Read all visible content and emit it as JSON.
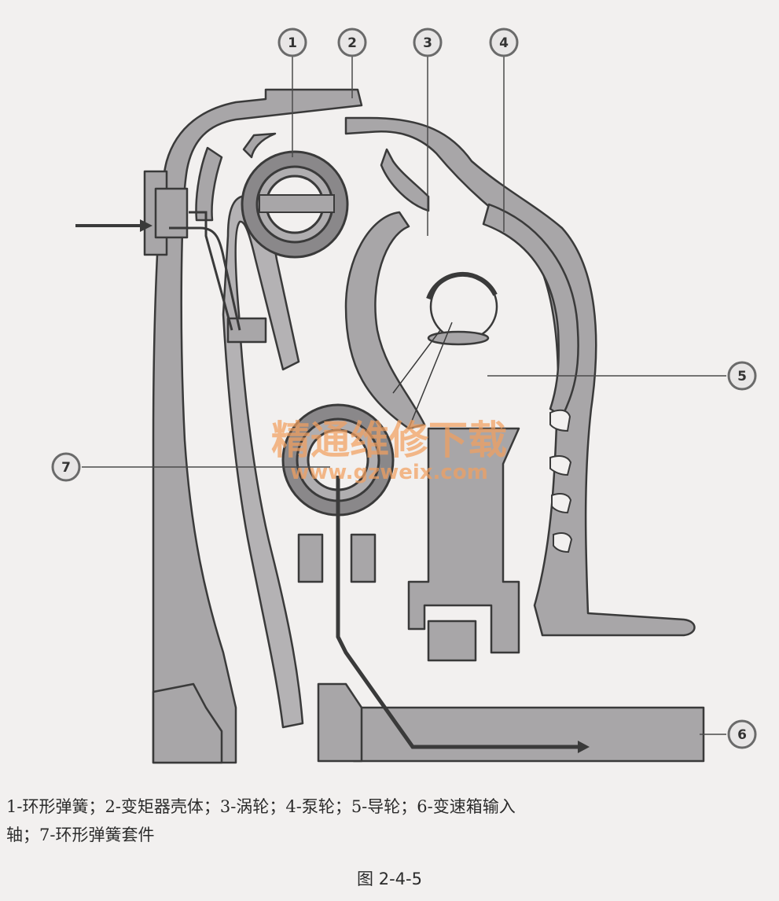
{
  "callouts": [
    "1",
    "2",
    "3",
    "4",
    "5",
    "6",
    "7"
  ],
  "watermark": {
    "line1": "精通维修下载",
    "line2": "www.gzweix.com"
  },
  "caption": {
    "line1": "1-环形弹簧；2-变矩器壳体；3-涡轮；4-泵轮；5-导轮；6-变速箱输入",
    "line2": "轴；7-环形弹簧套件"
  },
  "figure_label": "图 2-4-5",
  "colors": {
    "background": "#f2f0ef",
    "part_fill": "#a8a6a8",
    "outline": "#3a3a3a",
    "watermark": "#f2a060"
  }
}
